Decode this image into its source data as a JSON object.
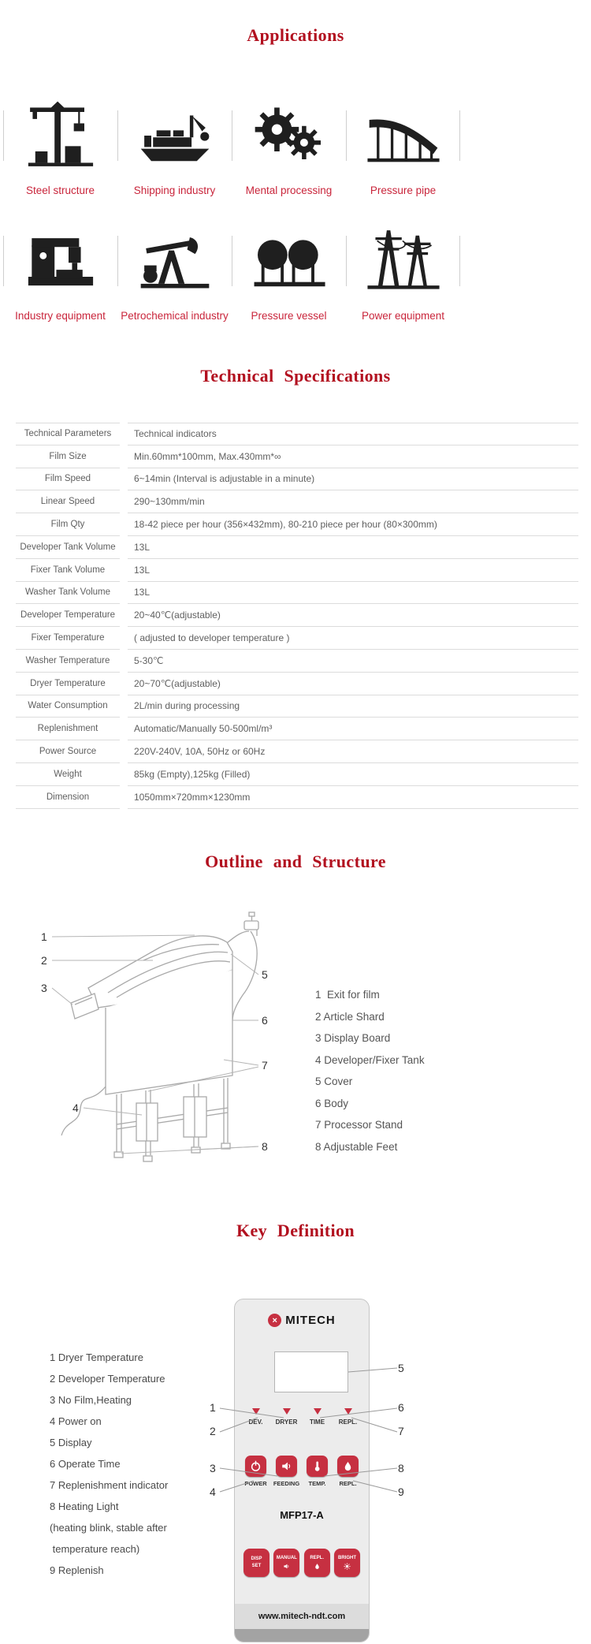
{
  "applications": {
    "title": "Applications",
    "items": [
      {
        "label": "Steel structure",
        "icon": "tower-crane-icon"
      },
      {
        "label": "Shipping industry",
        "icon": "cargo-ship-icon"
      },
      {
        "label": "Mental processing",
        "icon": "gears-icon"
      },
      {
        "label": "Pressure pipe",
        "icon": "pipeline-trestle-icon"
      },
      {
        "label": "Industry equipment",
        "icon": "industrial-machine-icon"
      },
      {
        "label": "Petrochemical industry",
        "icon": "oil-pumpjack-icon"
      },
      {
        "label": "Pressure vessel",
        "icon": "spherical-tanks-icon"
      },
      {
        "label": "Power equipment",
        "icon": "transmission-towers-icon"
      }
    ]
  },
  "specs": {
    "title": "Technical Specifications",
    "rows": [
      {
        "param": "Technical Parameters",
        "value": "Technical indicators"
      },
      {
        "param": "Film Size",
        "value": "Min.60mm*100mm, Max.430mm*∞"
      },
      {
        "param": "Film Speed",
        "value": "6~14min (Interval is adjustable in a minute)"
      },
      {
        "param": "Linear Speed",
        "value": "290~130mm/min"
      },
      {
        "param": "Film Qty",
        "value": "18-42 piece per hour (356×432mm), 80-210 piece per hour (80×300mm)"
      },
      {
        "param": "Developer Tank Volume",
        "value": "13L"
      },
      {
        "param": "Fixer Tank Volume",
        "value": "13L"
      },
      {
        "param": "Washer Tank Volume",
        "value": "13L"
      },
      {
        "param": "Developer  Temperature",
        "value": "20~40℃(adjustable)"
      },
      {
        "param": "Fixer Temperature",
        "value": "( adjusted to developer temperature )"
      },
      {
        "param": "Washer Temperature",
        "value": "5-30℃"
      },
      {
        "param": "Dryer Temperature",
        "value": "20~70℃(adjustable)"
      },
      {
        "param": "Water Consumption",
        "value": "2L/min during processing"
      },
      {
        "param": "Replenishment",
        "value": "Automatic/Manually 50-500ml/m³"
      },
      {
        "param": "Power Source",
        "value": "220V-240V, 10A, 50Hz or 60Hz"
      },
      {
        "param": "Weight",
        "value": "85kg (Empty),125kg (Filled)"
      },
      {
        "param": "Dimension",
        "value": "1050mm×720mm×1230mm"
      }
    ]
  },
  "outline": {
    "title": "Outline and Structure",
    "callouts": [
      "1",
      "2",
      "3",
      "4",
      "5",
      "6",
      "7",
      "8"
    ],
    "legend": [
      "1  Exit for film",
      "2 Article Shard",
      "3 Display Board",
      "4 Developer/Fixer Tank",
      "5 Cover",
      "6 Body",
      "7 Processor Stand",
      "8 Adjustable Feet"
    ]
  },
  "keydef": {
    "title": "Key Definition",
    "legend": [
      "1 Dryer Temperature",
      "2 Developer Temperature",
      "3 No Film,Heating",
      "4 Power on",
      "5 Display",
      "6 Operate Time",
      "7 Replenishment indicator",
      "8 Heating Light",
      "(heating blink, stable after",
      " temperature reach)",
      "9 Replenish"
    ],
    "callouts": [
      "1",
      "2",
      "3",
      "4",
      "5",
      "6",
      "7",
      "8",
      "9"
    ],
    "panel": {
      "brand": "MITECH",
      "logo_glyph": "×",
      "indicators": [
        "DEV.",
        "DRYER",
        "TIME",
        "REPL."
      ],
      "keys": [
        {
          "label": "POWER",
          "icon": "power-icon"
        },
        {
          "label": "FEEDING",
          "icon": "speaker-icon"
        },
        {
          "label": "TEMP.",
          "icon": "thermometer-icon"
        },
        {
          "label": "REPL.",
          "icon": "drop-icon"
        }
      ],
      "model": "MFP17-A",
      "soft_keys": [
        {
          "line1": "DISP",
          "line2": "SET",
          "icon": ""
        },
        {
          "line1": "MANUAL",
          "line2": "",
          "icon": "speaker-icon"
        },
        {
          "line1": "REPL.",
          "line2": "",
          "icon": "drop-icon"
        },
        {
          "line1": "BRIGHT",
          "line2": "",
          "icon": "brightness-icon"
        }
      ],
      "website": "www.mitech-ndt.com"
    }
  },
  "colors": {
    "title_red": "#b2101f",
    "label_red": "#c9253b",
    "button_red": "#c63041",
    "text_gray": "#5f5f5f",
    "line_gray": "#dcdcdc"
  }
}
